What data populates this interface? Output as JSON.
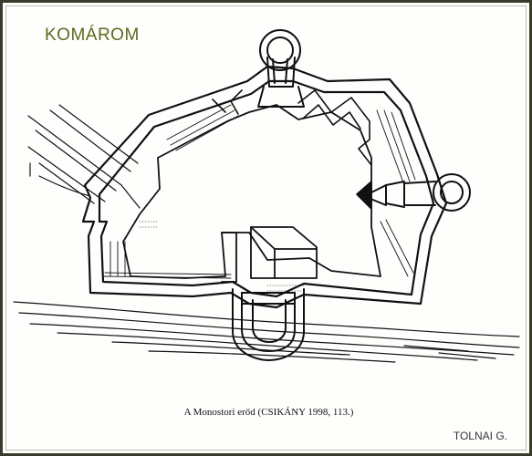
{
  "title": "KOMÁROM",
  "caption": "A Monostori erőd (CSIKÁNY 1998, 113.)",
  "author": "TOLNAI G.",
  "colors": {
    "title": "#5a6b1e",
    "ink": "#111111",
    "paper": "#fefefc",
    "frame": "#3a3a2a"
  }
}
